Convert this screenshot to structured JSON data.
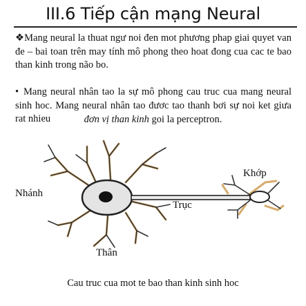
{
  "title": "III.6 Tiếp cận mạng Neural",
  "paragraph1": {
    "bullet": "❖",
    "text": "Mang neural la thuat ngư noi đen mot phương phap giai quyet van đe – bai toan trên may tính mô phong theo hoat đong cua cac te bao than kinh trong não bo."
  },
  "paragraph2": {
    "bullet": "•",
    "text": "Mang neural nhân tao la sự mô phong cau truc cua mang neural sinh hoc. Mang neural nhân tao đươc tao thanh bơi sự noi ket giưa rat nhieu"
  },
  "paragraph3": {
    "emphasis": "đơn vị than kinh",
    "rest": " goi la perceptron."
  },
  "diagram": {
    "labels": {
      "dendrite": "Nhánh",
      "synapse": "Khớp",
      "axon": "Trục",
      "body": "Thân"
    },
    "caption": "Cau truc cua mot te bao than kinh sinh hoc"
  }
}
